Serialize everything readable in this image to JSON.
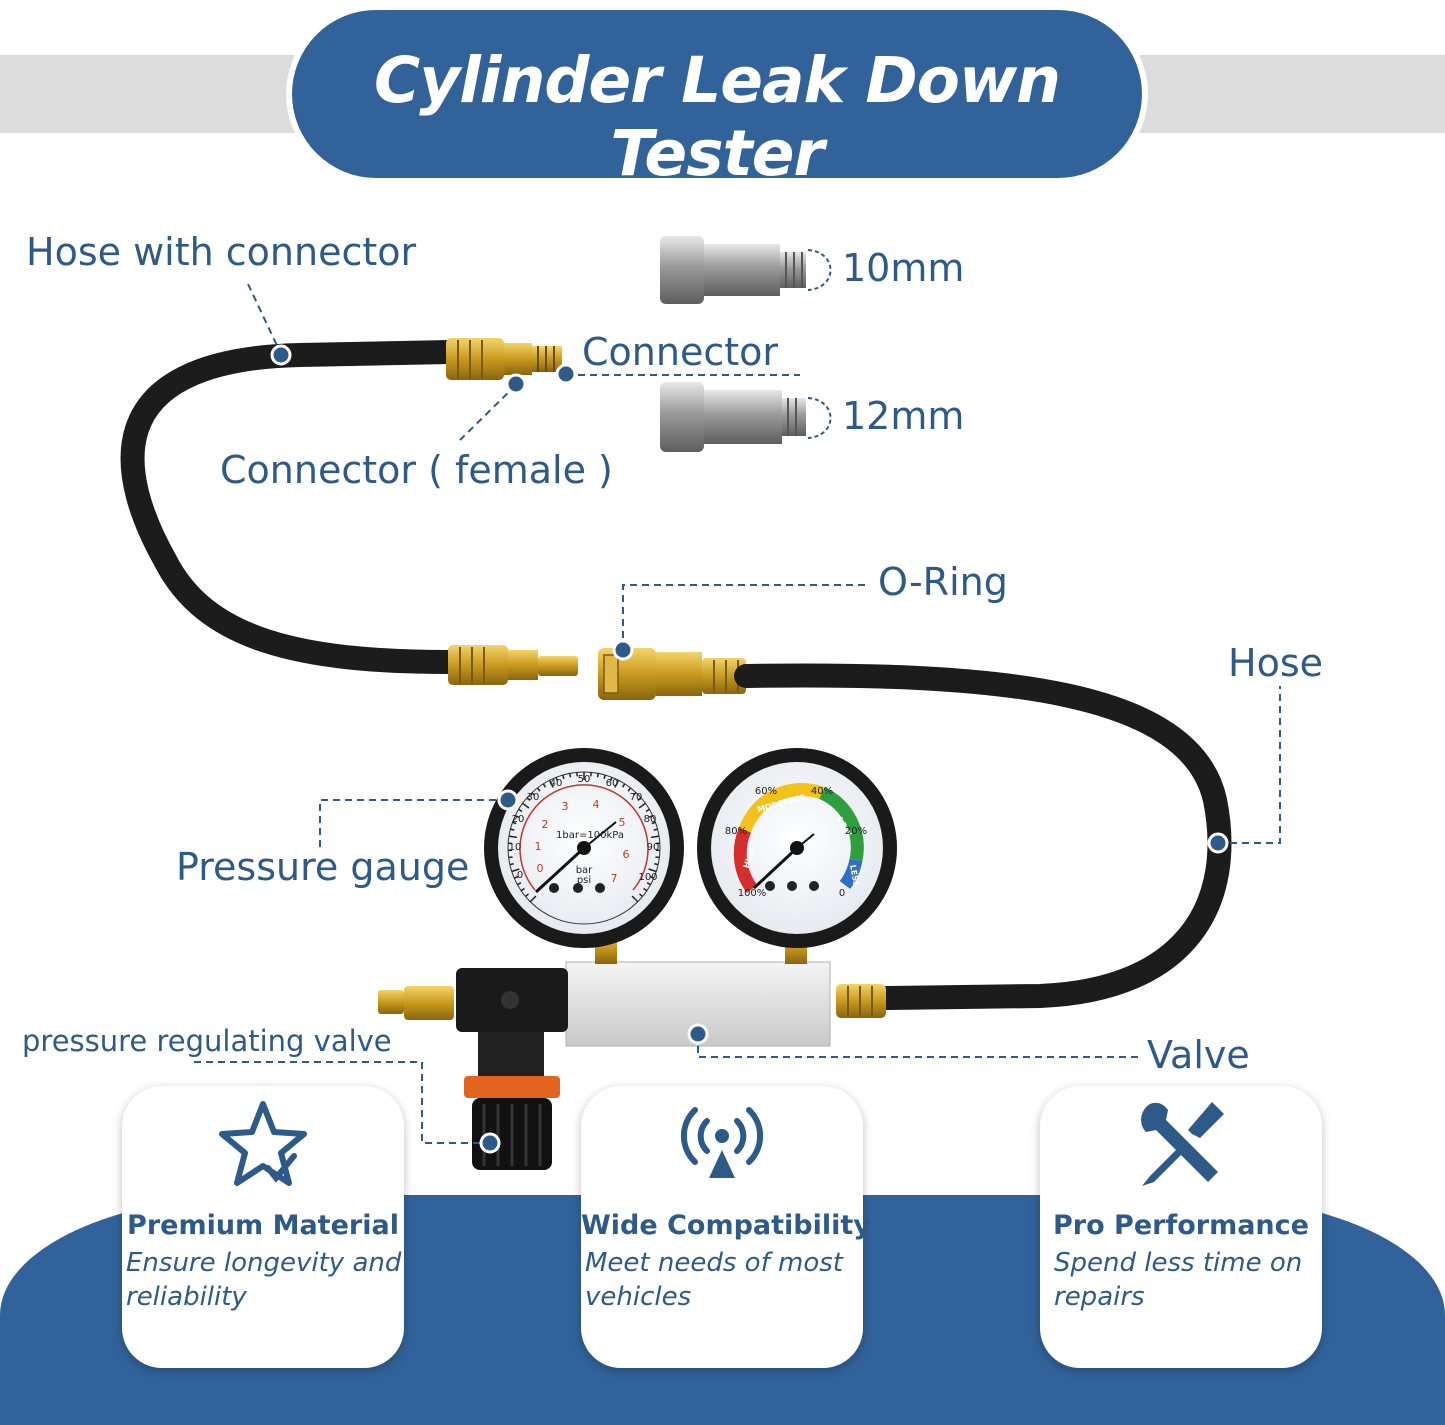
{
  "title": "Cylinder Leak Down Tester",
  "labels": {
    "hose_with_connector": "Hose with connector",
    "connector": "Connector",
    "connector_female": "Connector ( female )",
    "size_10mm": "10mm",
    "size_12mm": "12mm",
    "o_ring": "O-Ring",
    "hose": "Hose",
    "pressure_gauge": "Pressure gauge",
    "pressure_regulating_valve": "pressure regulating valve",
    "valve": "Valve"
  },
  "gauge_left": {
    "unit_bar": "bar",
    "unit_psi": "psi",
    "note": "1bar=100kPa",
    "psi_ticks": [
      "0",
      "10",
      "20",
      "30",
      "40",
      "50",
      "60",
      "70",
      "80",
      "90",
      "100"
    ],
    "bar_ticks": [
      "0",
      "1",
      "2",
      "3",
      "4",
      "5",
      "6",
      "7"
    ]
  },
  "gauge_right": {
    "percent_ticks": [
      "100%",
      "80%",
      "60%",
      "40%",
      "20%",
      "0"
    ],
    "zones": [
      "HIGH",
      "MODERATE",
      "LOW",
      "LESS"
    ]
  },
  "features": [
    {
      "icon": "star-check-icon",
      "title": "Premium Material",
      "desc": "Ensure longevity and reliability"
    },
    {
      "icon": "signal-broadcast-icon",
      "title": "Wide Compatibility",
      "desc": "Meet needs of most vehicles"
    },
    {
      "icon": "wrench-screwdriver-icon",
      "title": "Pro Performance",
      "desc": "Spend less time on repairs"
    }
  ],
  "colors": {
    "brand_blue": "#31639a",
    "label_blue": "#2d5a88",
    "title_bar_gray": "#dcdcdc",
    "brass": "#c9a227",
    "hose_black": "#1c1c1c"
  }
}
